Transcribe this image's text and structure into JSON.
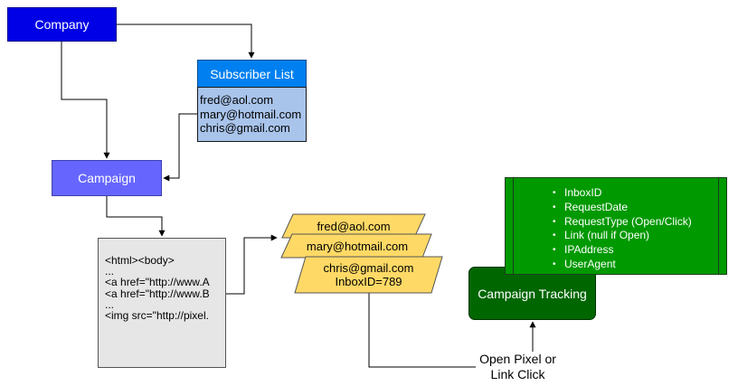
{
  "company": {
    "label": "Company"
  },
  "subscriber_list": {
    "title": "Subscriber List",
    "emails": [
      "fred@aol.com",
      "mary@hotmail.com",
      "chris@gmail.com"
    ]
  },
  "campaign": {
    "label": "Campaign"
  },
  "html_template": {
    "lines": [
      "<html><body>",
      "...",
      "<a href=\"http://www.A",
      "<a href=\"http://www.B",
      "...",
      "<img src=\"http://pixel."
    ]
  },
  "inboxes": {
    "items": [
      {
        "email": "fred@aol.com"
      },
      {
        "email": "mary@hotmail.com"
      },
      {
        "email": "chris@gmail.com",
        "inbox_id": "InboxID=789"
      }
    ]
  },
  "tracking": {
    "label": "Campaign Tracking",
    "fields": [
      "InboxID",
      "RequestDate",
      "RequestType (Open/Click)",
      "Link (null if Open)",
      "IPAddress",
      "UserAgent"
    ]
  },
  "event": {
    "line1": "Open Pixel or",
    "line2": "Link Click"
  },
  "colors": {
    "company": "#0000e6",
    "subscriber_header": "#0080f0",
    "subscriber_body": "#a9c4eb",
    "campaign": "#6666ff",
    "html_box": "#e6e6e6",
    "inbox": "#ffd966",
    "tracking": "#006600",
    "fields": "#009900"
  }
}
